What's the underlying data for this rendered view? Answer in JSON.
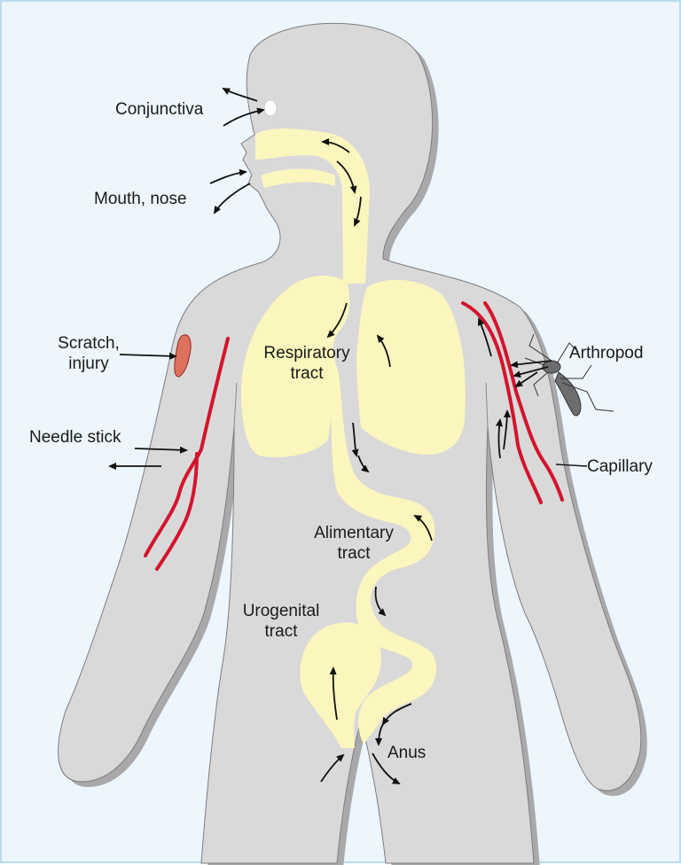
{
  "figure": {
    "labels": {
      "conjunctiva": "Conjunctiva",
      "mouth_nose": "Mouth, nose",
      "scratch_line1": "Scratch,",
      "scratch_line2": "injury",
      "needle_stick": "Needle stick",
      "respiratory_line1": "Respiratory",
      "respiratory_line2": "tract",
      "arthropod": "Arthropod",
      "capillary": "Capillary",
      "alimentary_line1": "Alimentary",
      "alimentary_line2": "tract",
      "urogenital_line1": "Urogenital",
      "urogenital_line2": "tract",
      "anus": "Anus"
    },
    "colors": {
      "background": "#edf6fc",
      "border": "#b9dcef",
      "body_fill": "#d9d9da",
      "body_shadow": "#a9a9ab",
      "tract_fill": "#fbf6bd",
      "capillary": "#d3142c",
      "wound": "#e0705e",
      "arrow": "#111111"
    }
  }
}
